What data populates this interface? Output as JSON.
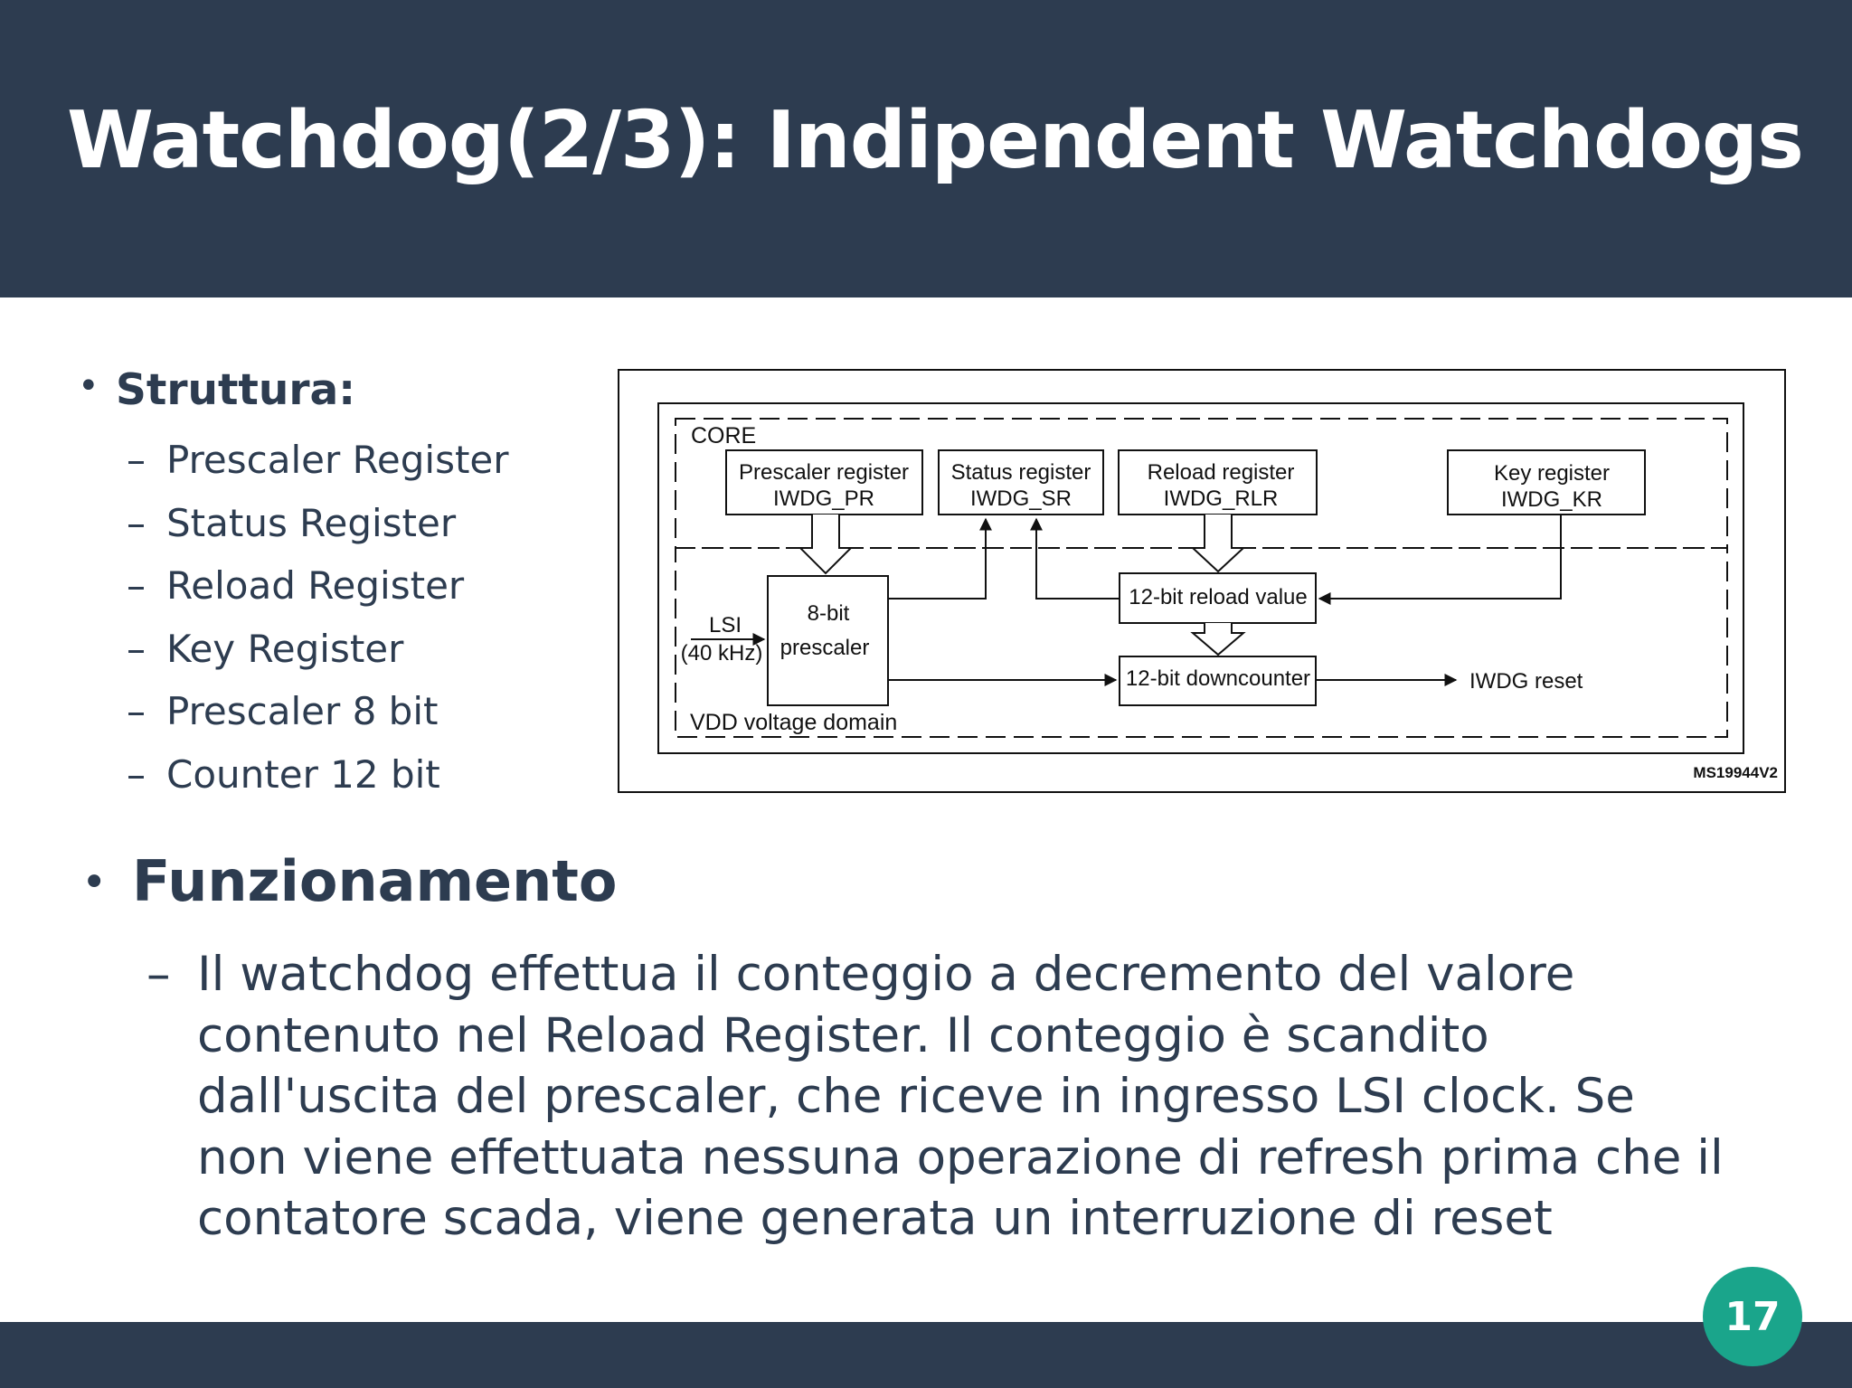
{
  "slide": {
    "title": "Watchdog(2/3): Indipendent Watchdogs",
    "page_number": "17",
    "colors": {
      "header": "#2d3c50",
      "text": "#2d3c50",
      "badge": "#1aa58b"
    }
  },
  "structure": {
    "heading": "Struttura:",
    "items": [
      "Prescaler Register",
      "Status Register",
      "Reload Register",
      "Key Register",
      "Prescaler 8 bit",
      "Counter 12 bit"
    ]
  },
  "operation": {
    "heading": "Funzionamento",
    "text": "Il watchdog effettua il conteggio a decremento del valore contenuto nel Reload Register. Il conteggio è scandito dall'uscita del prescaler, che riceve in ingresso LSI clock. Se non viene effettuata nessuna operazione di refresh prima che il contatore scada, viene generata un interruzione di reset"
  },
  "diagram": {
    "core_label": "CORE",
    "vdd_label": "VDD voltage domain",
    "prescaler_reg": {
      "line1": "Prescaler register",
      "line2": "IWDG_PR"
    },
    "status_reg": {
      "line1": "Status register",
      "line2": "IWDG_SR"
    },
    "reload_reg": {
      "line1": "Reload register",
      "line2": "IWDG_RLR"
    },
    "key_reg": {
      "line1": "Key register",
      "line2": "IWDG_KR"
    },
    "prescaler_block": {
      "line1": "8-bit",
      "line2": "prescaler"
    },
    "lsi": {
      "line1": "LSI",
      "line2": "(40 kHz)"
    },
    "reload_value": "12-bit reload value",
    "downcounter": "12-bit downcounter",
    "reset_output": "IWDG reset",
    "figure_code": "MS19944V2"
  }
}
